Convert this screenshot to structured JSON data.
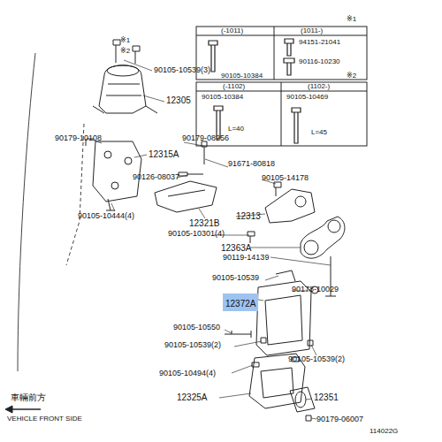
{
  "diagram": {
    "nodes": [
      {
        "text": [
          "12372A"
        ]
      }
    ],
    "labels": [
      "※1",
      "(-1011)",
      "(1011-)",
      "90105-10384",
      "94151-21041",
      "90116-10230",
      "※2",
      "(-1102)",
      "(1102-)",
      "90105-10384",
      "90105-10469",
      "L=40",
      "L=45",
      "※1",
      "※2",
      "90105-10539(3)",
      "12305",
      "90179-10108",
      "90179-08256",
      "12315A",
      "91671-80818",
      "90126-08037",
      "90105-14178",
      "90105-10444(4)",
      "12321B",
      "12313",
      "90105-10301(4)",
      "12363A",
      "90119-14139",
      "90105-10539",
      "90178-10029",
      "90105-10550",
      "90105-10539(2)",
      "90105-10539(2)",
      "90105-10494(4)",
      "12325A",
      "12351",
      "90179-06007",
      "車輛前方",
      "VEHICLE FRONT SIDE",
      "114022G"
    ]
  }
}
